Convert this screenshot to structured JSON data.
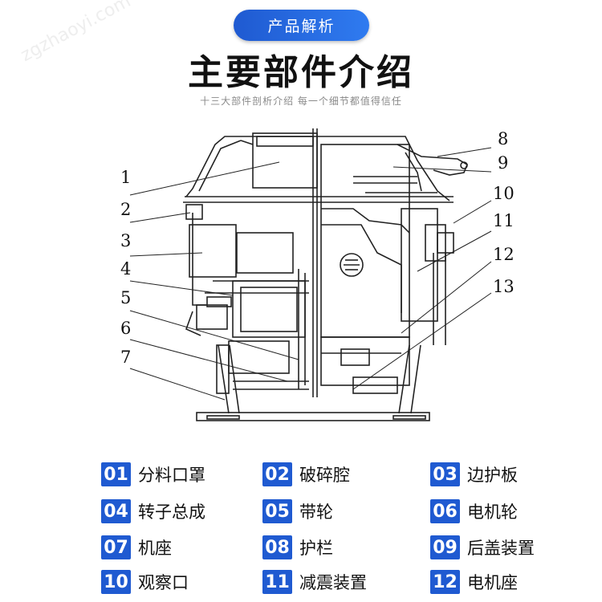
{
  "header": {
    "badge": "产品解析",
    "title": "主要部件介绍",
    "subtitle": "十三大部件剖析介绍 每一个细节都值得信任"
  },
  "watermark": "zgzhaoyi.com",
  "callouts": [
    "1",
    "2",
    "3",
    "4",
    "5",
    "6",
    "7",
    "8",
    "9",
    "10",
    "11",
    "12",
    "13"
  ],
  "legend": [
    {
      "num": "01",
      "label": "分料口罩"
    },
    {
      "num": "02",
      "label": "破碎腔"
    },
    {
      "num": "03",
      "label": "边护板"
    },
    {
      "num": "04",
      "label": "转子总成"
    },
    {
      "num": "05",
      "label": "带轮"
    },
    {
      "num": "06",
      "label": "电机轮"
    },
    {
      "num": "07",
      "label": "机座"
    },
    {
      "num": "08",
      "label": "护栏"
    },
    {
      "num": "09",
      "label": "后盖装置"
    },
    {
      "num": "10",
      "label": "观察口"
    },
    {
      "num": "11",
      "label": "减震装置"
    },
    {
      "num": "12",
      "label": "电机座"
    }
  ],
  "colors": {
    "accent": "#1f5ad1",
    "line": "#222222"
  }
}
